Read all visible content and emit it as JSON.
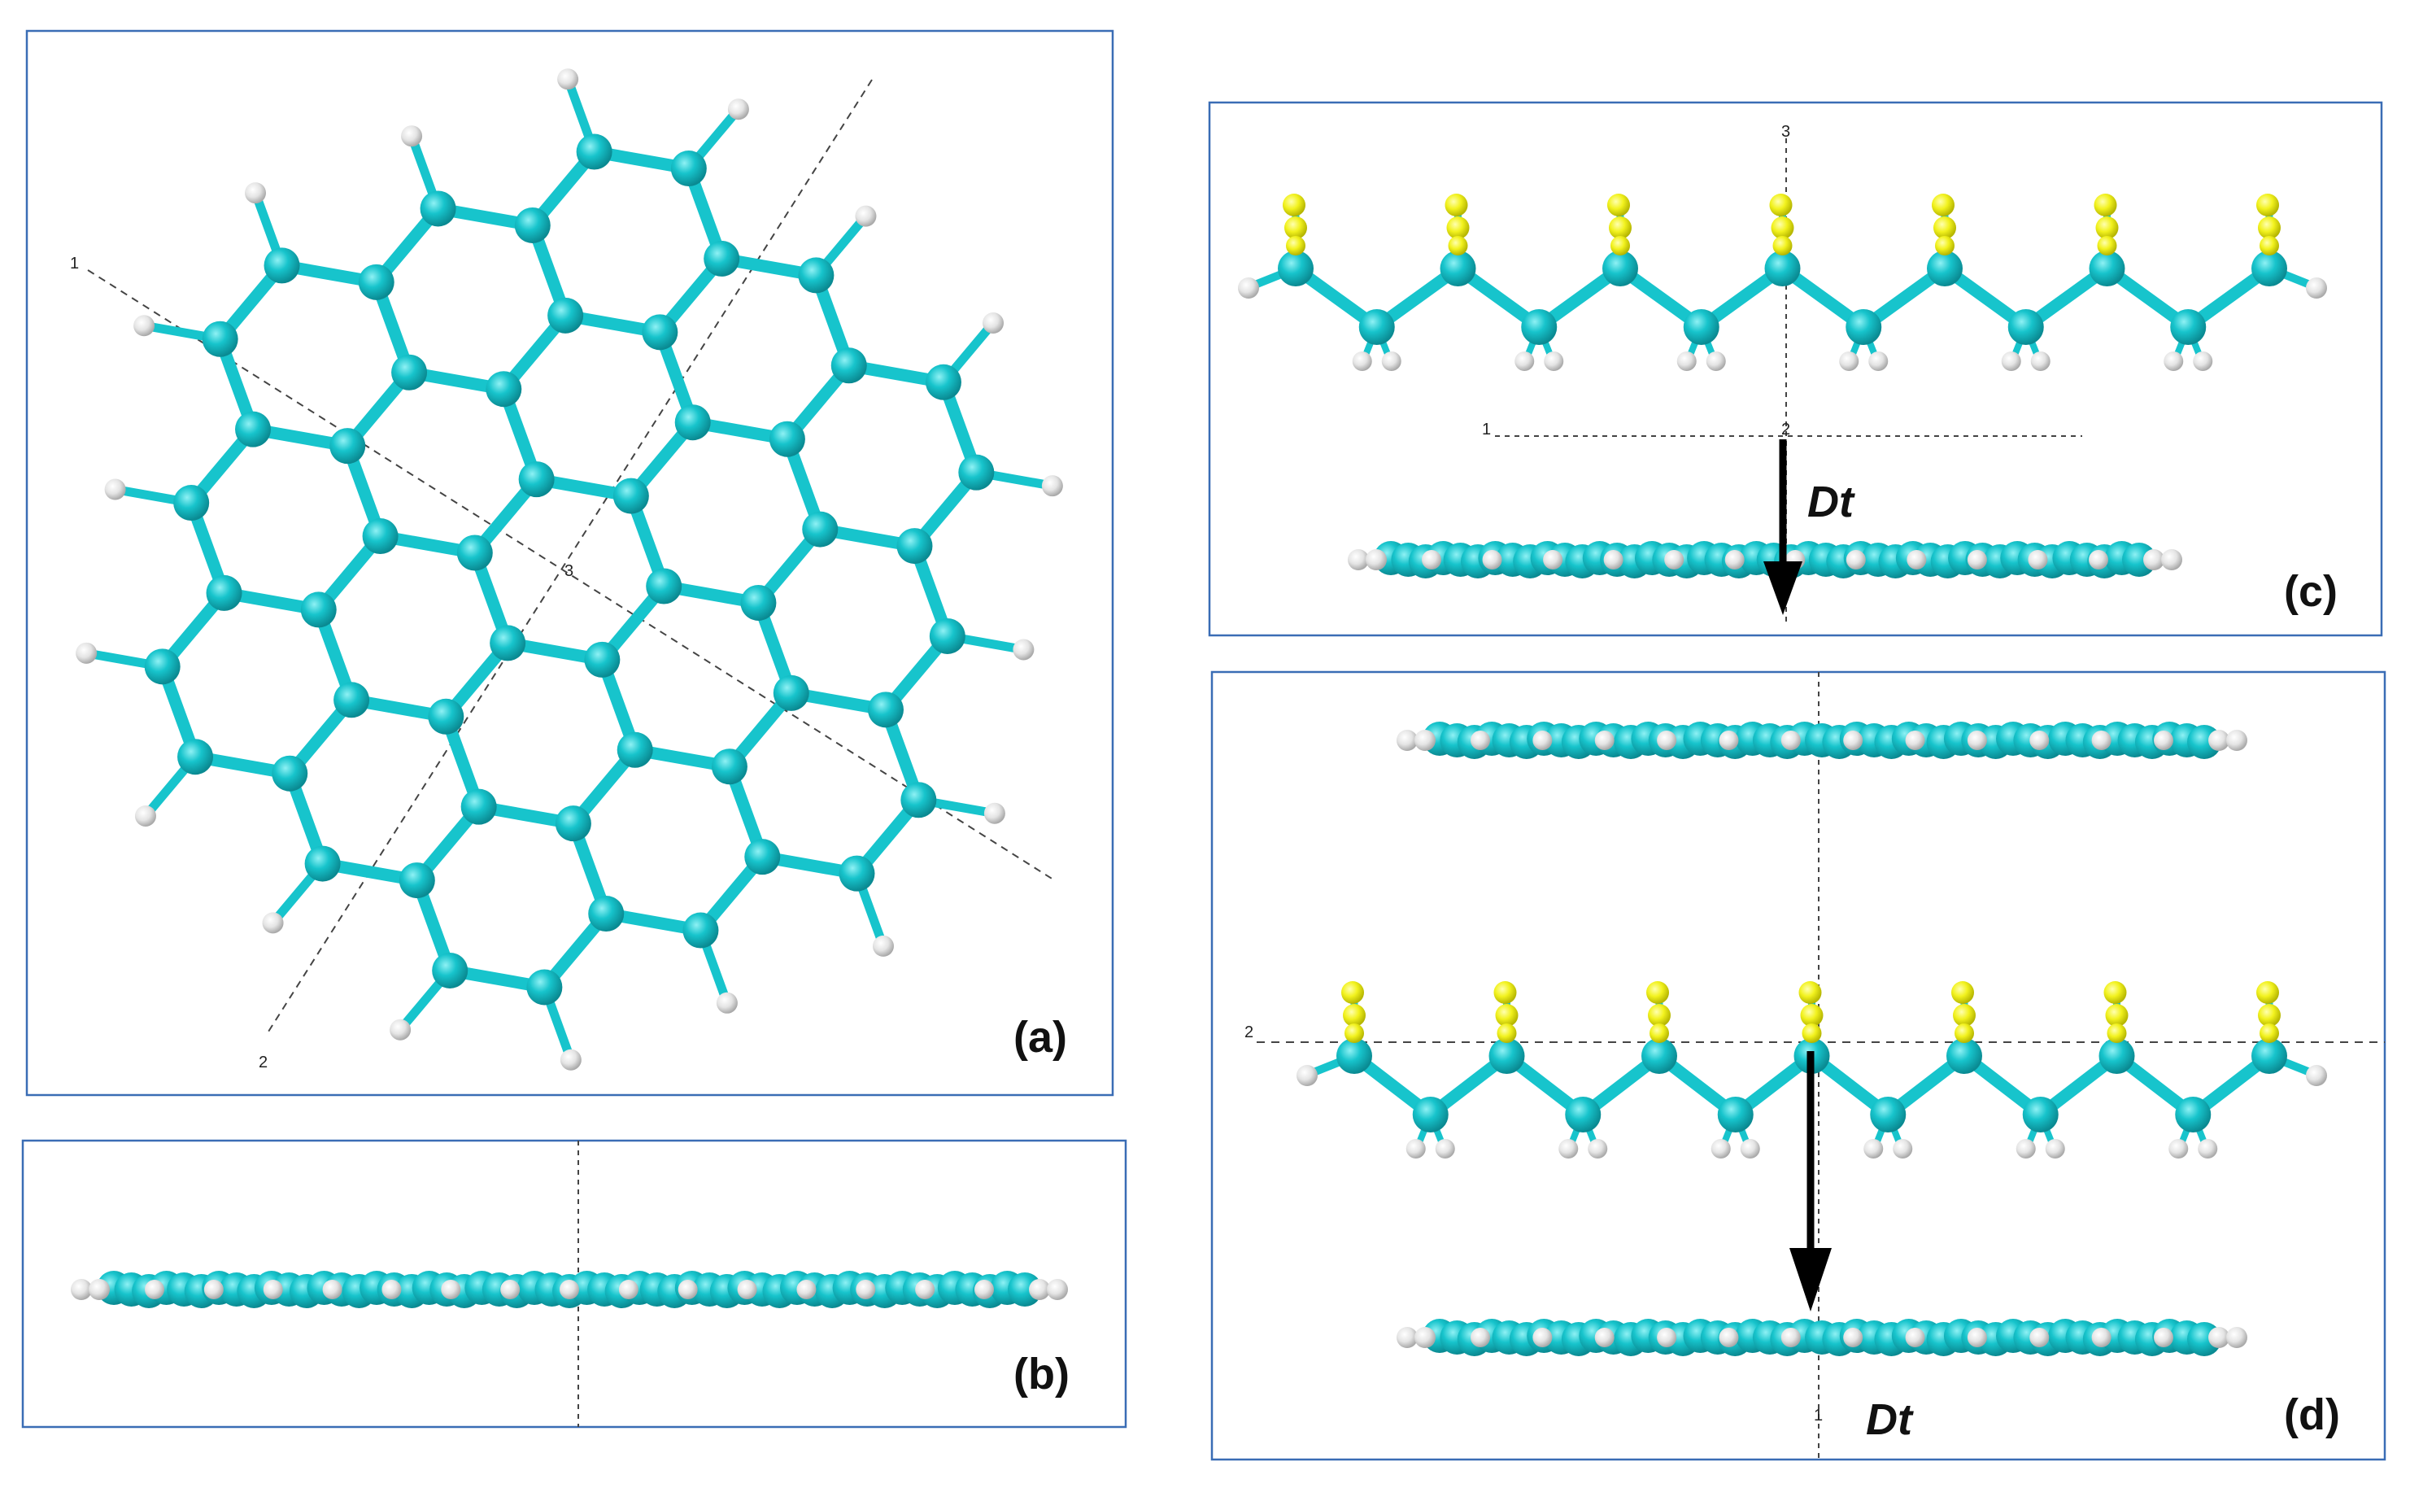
{
  "panels": {
    "a": {
      "label": "(a)",
      "axes": [
        "1",
        "2",
        "3"
      ]
    },
    "b": {
      "label": "(b)"
    },
    "c": {
      "label": "(c)",
      "axes": [
        "1",
        "2",
        "3"
      ],
      "arrow_label": "Dt"
    },
    "d": {
      "label": "(d)",
      "axes": [
        "2",
        "1"
      ],
      "arrow_label": "Dt"
    }
  },
  "colors": {
    "carbon": "#17c4cc",
    "hydrogen": "#e4e4e4",
    "sulfur": "#f2f21e",
    "frame": "#3a6db5",
    "axis_line": "#444444",
    "arrow": "#000000"
  },
  "atoms": {
    "carbon": "C",
    "hydrogen": "H",
    "sulfur": "S"
  }
}
